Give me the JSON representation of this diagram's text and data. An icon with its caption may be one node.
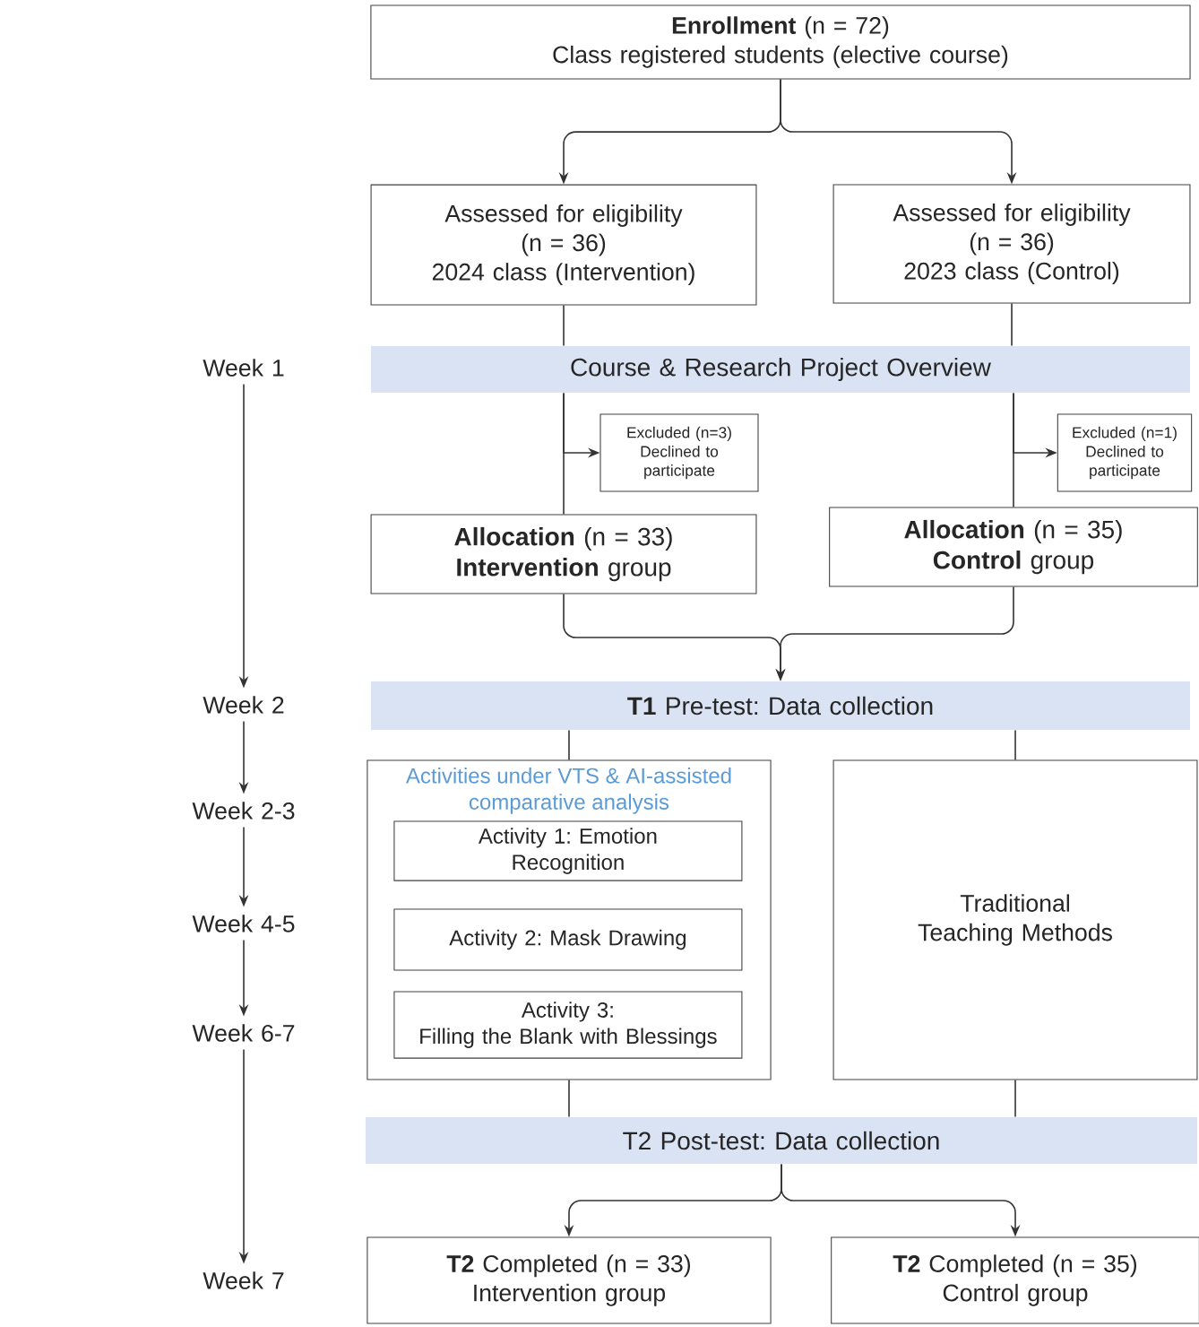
{
  "diagram": {
    "nodes": [
      {
        "text": [
          "**Enrollment** (n = 72)",
          "Class registered students (elective course)"
        ]
      },
      {
        "text": [
          "Assessed for eligibility",
          "(n = 36)",
          "2024 class (Intervention)"
        ]
      },
      {
        "text": [
          "Assessed for eligibility",
          "(n = 36)",
          "2023 class (Control)"
        ]
      },
      {
        "text": [
          "Course & Research Project Overview"
        ]
      },
      {
        "text": [
          "Excluded (n=3) Declined to participate"
        ]
      },
      {
        "text": [
          "Excluded (n=1) Declined to participate"
        ]
      },
      {
        "text": [
          "**Allocation** (n = 33)",
          "**Intervention** group"
        ]
      },
      {
        "text": [
          "**Allocation** (n = 35)",
          "**Control** group"
        ]
      },
      {
        "text": [
          "**T1** Pre-test: Data collection"
        ]
      },
      {
        "text": [
          "Activities under VTS & AI-assisted comparative analysis"
        ]
      },
      {
        "text": [
          "Activity 1: Emotion Recognition"
        ],
        "in": 9
      },
      {
        "text": [
          "Activity 2: Mask Drawing"
        ],
        "in": 9
      },
      {
        "text": [
          "Activity 3:",
          "Filling the Blank with Blessings"
        ],
        "in": 9
      },
      {
        "text": [
          "Traditional Teaching Methods"
        ]
      },
      {
        "text": [
          "T2 Post-test: Data collection"
        ]
      },
      {
        "text": [
          "**T2** Completed (n = 33)",
          "Intervention group"
        ]
      },
      {
        "text": [
          "**T2** Completed (n = 35)",
          "Control group"
        ]
      },
      {
        "text": [
          "Week 1"
        ]
      },
      {
        "text": [
          "Week 2"
        ]
      },
      {
        "text": [
          "Week 2-3"
        ]
      },
      {
        "text": [
          "Week 4-5"
        ]
      },
      {
        "text": [
          "Week 6-7"
        ]
      },
      {
        "text": [
          "Week 7"
        ]
      }
    ],
    "edges": [
      {
        "from": 0,
        "to": 1,
        "arrow": "to"
      },
      {
        "from": 0,
        "to": 2,
        "arrow": "to"
      },
      {
        "from": 1,
        "to": 3,
        "arrow": "none"
      },
      {
        "from": 2,
        "to": 3,
        "arrow": "none"
      },
      {
        "from": 3,
        "to": 6,
        "arrow": "none"
      },
      {
        "from": 3,
        "to": 7,
        "arrow": "none"
      },
      {
        "from": 3,
        "to": 4,
        "arrow": "to"
      },
      {
        "from": 3,
        "to": 5,
        "arrow": "to"
      },
      {
        "from": 6,
        "to": 8,
        "arrow": "to"
      },
      {
        "from": 7,
        "to": 8,
        "arrow": "to"
      },
      {
        "from": 8,
        "to": 9,
        "arrow": "none"
      },
      {
        "from": 8,
        "to": 13,
        "arrow": "none"
      },
      {
        "from": 9,
        "to": 14,
        "arrow": "none"
      },
      {
        "from": 13,
        "to": 14,
        "arrow": "none"
      },
      {
        "from": 14,
        "to": 15,
        "arrow": "to"
      },
      {
        "from": 14,
        "to": 16,
        "arrow": "to"
      },
      {
        "from": 17,
        "to": 18,
        "arrow": "to"
      },
      {
        "from": 18,
        "to": 19,
        "arrow": "to"
      },
      {
        "from": 19,
        "to": 20,
        "arrow": "to"
      },
      {
        "from": 20,
        "to": 21,
        "arrow": "to"
      },
      {
        "from": 21,
        "to": 22,
        "arrow": "to"
      }
    ]
  }
}
